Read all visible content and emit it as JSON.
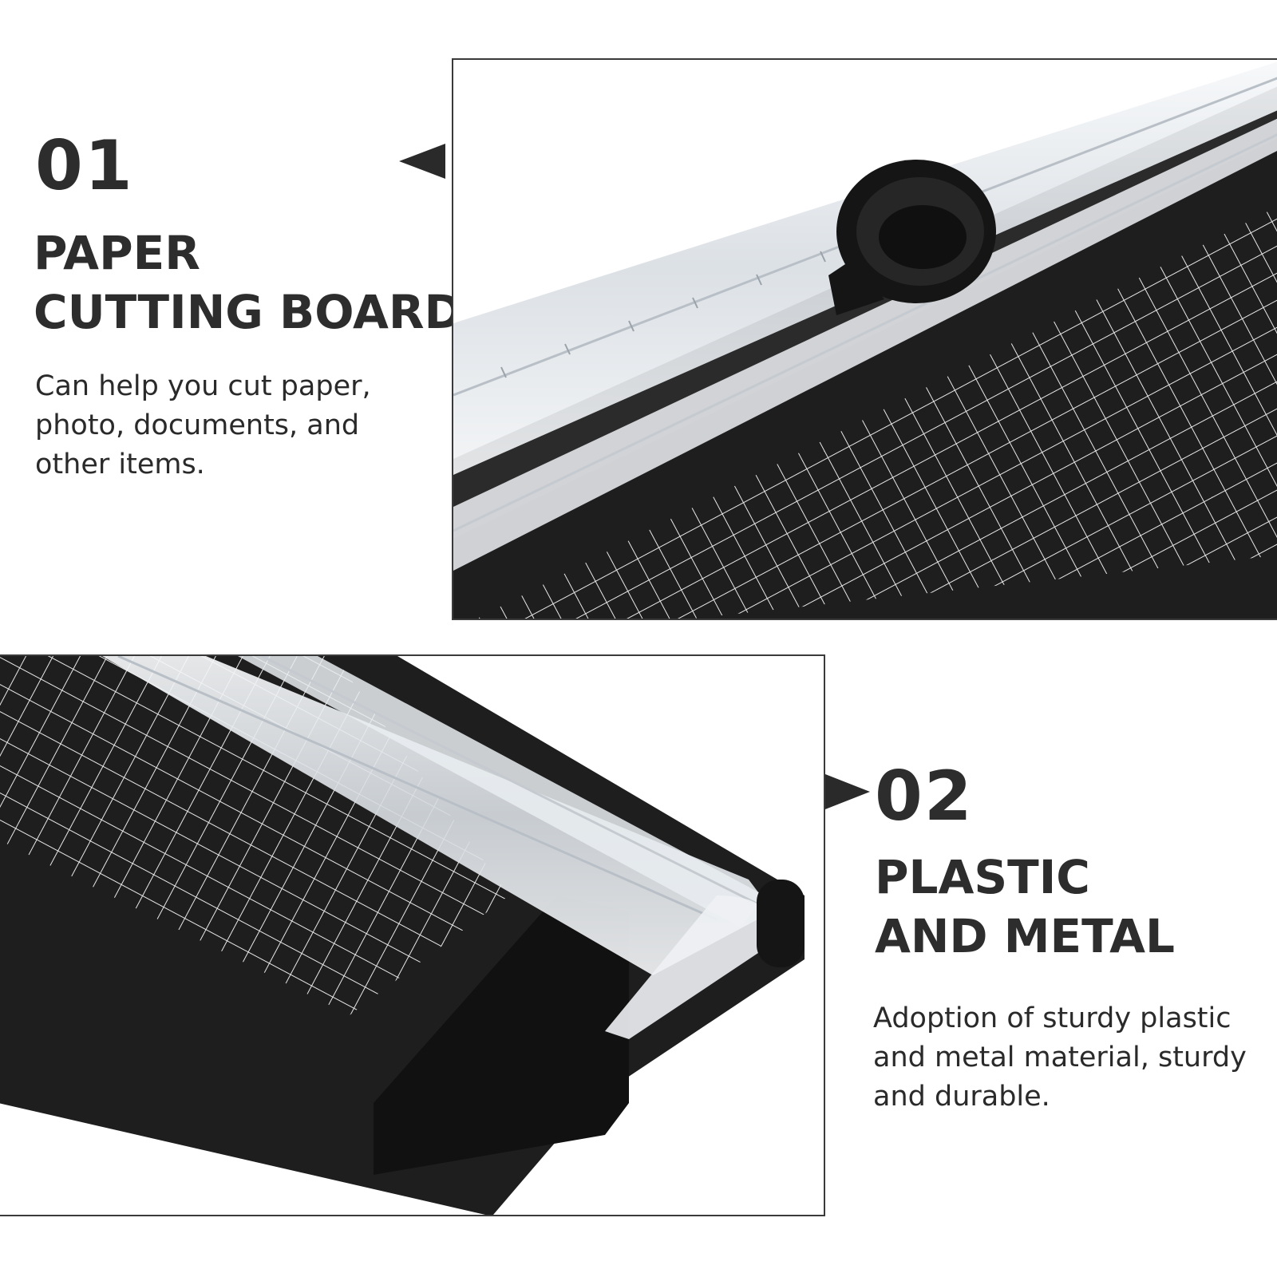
{
  "features": [
    {
      "number": "01",
      "title_lines": [
        "PAPER",
        "CUTTING BOARD"
      ],
      "description_lines": [
        "Can help you cut paper,",
        "photo, documents, and",
        "other items."
      ]
    },
    {
      "number": "02",
      "title_lines": [
        "PLASTIC",
        "AND METAL"
      ],
      "description_lines": [
        "Adoption of sturdy plastic",
        "and metal material, sturdy",
        "and durable."
      ]
    }
  ],
  "colors": {
    "text_dark": "#2d2d2d",
    "frame_border": "#3a3a3a",
    "board_black": "#1e1e1e",
    "grid_line": "#e8e8e8",
    "pointer": "#2a2a2a"
  }
}
